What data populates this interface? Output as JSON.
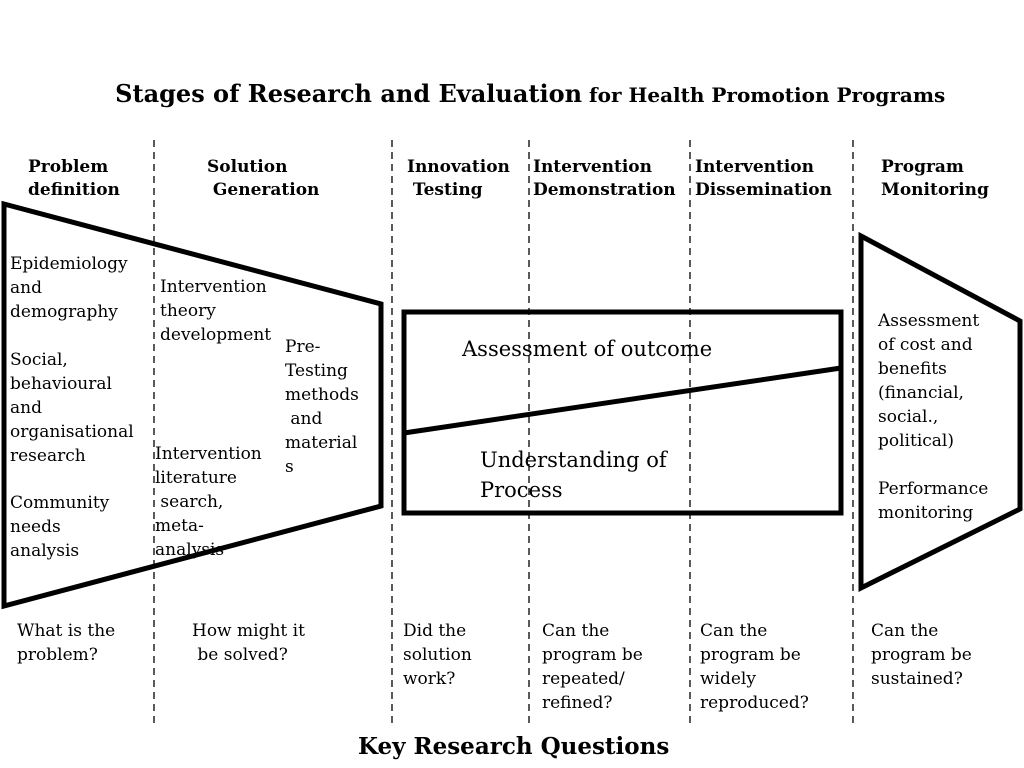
{
  "title": {
    "main": "Stages of Research and Evaluation",
    "sub": " for Health Promotion Programs"
  },
  "stages": [
    "Problem\ndefinition",
    "Solution\n Generation",
    "Innovation\n Testing",
    "Intervention\nDemonstration",
    "Intervention\nDissemination",
    "Program\nMonitoring"
  ],
  "problem_definition": {
    "items": [
      "Epidemiology\nand\ndemography",
      "Social,\nbehavioural\nand\norganisational\nresearch",
      "Community\nneeds\nanalysis"
    ]
  },
  "solution_generation": {
    "theory": "Intervention\ntheory\ndevelopment",
    "literature": "Intervention\nliterature\n search,\nmeta-\nanalysis",
    "pretesting": "Pre-\nTesting\nmethods\n and\nmaterial\ns"
  },
  "testing_box": {
    "outcome": "Assessment of outcome",
    "process": "Understanding of\nProcess"
  },
  "monitoring": {
    "text": "Assessment\nof cost and\nbenefits\n(financial,\nsocial.,\npolitical)\n\nPerformance\nmonitoring"
  },
  "questions": [
    "What is the\nproblem?",
    "How might it\n be solved?",
    "Did the\nsolution\nwork?",
    "Can the\nprogram be\nrepeated/\nrefined?",
    "Can the\nprogram be\nwidely\nreproduced?",
    "Can the\nprogram be\nsustained?"
  ],
  "footer": "Key Research Questions"
}
